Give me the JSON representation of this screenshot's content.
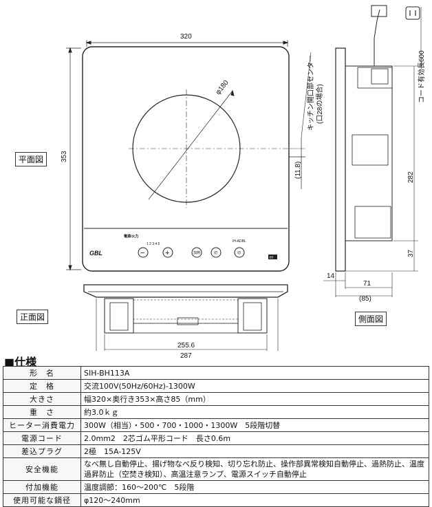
{
  "views": {
    "plan": "平面図",
    "front": "正面図",
    "side": "側面図"
  },
  "dims": {
    "width": "320",
    "depth": "353",
    "burner": "φ180",
    "offset": "(11.8)",
    "front_inner": "255.6",
    "front_outer": "287",
    "side_h": "282",
    "side_b": "37",
    "side_14": "14",
    "side_71": "71",
    "side_85": "(85)"
  },
  "annotations": {
    "kitchen": "キッチン開口部センター",
    "kitchen_sub": "(口28の場合)",
    "cord": "コード有効長600"
  },
  "panel": {
    "logo": "GBL",
    "power_label": "電源/火力",
    "power_scale": "1 2 3 4 5",
    "minus_icon": "−",
    "plus_icon": "+",
    "btn1": "加熱",
    "btn2": "切",
    "btn3": "切",
    "right_label": "IH-ADBL",
    "badge": "IH"
  },
  "spec": {
    "heading": "■仕様",
    "rows": [
      {
        "k": "形　名",
        "v": "SIH-BH113A"
      },
      {
        "k": "定　格",
        "v": "交流100V(50Hz/60Hz)-1300W"
      },
      {
        "k": "大きさ",
        "v": "幅320×奥行き353×高さ85（mm）"
      },
      {
        "k": "重　さ",
        "v": "約3.0ｋｇ"
      },
      {
        "k": "ヒーター消費電力",
        "v": "300W（相当）・500・700・1000・1300W　5段階切替"
      },
      {
        "k": "電源コード",
        "v": "2.0mm2　2芯ゴム平形コード　長さ0.6m"
      },
      {
        "k": "差込プラグ",
        "v": "2極　15A-125V"
      },
      {
        "k": "安全機能",
        "v": "なべ無し自動停止、揚げ物なべ反り検知、切り忘れ防止、操作部異常検知自動停止、過熱防止、温度過昇防止（空焚き検知）、高温注意ランプ、電源スイッチ自動停止"
      },
      {
        "k": "付加機能",
        "v": "温度調節：160～200℃　5段階"
      },
      {
        "k": "使用可能な鍋径",
        "v": "φ120～240mm"
      }
    ]
  }
}
